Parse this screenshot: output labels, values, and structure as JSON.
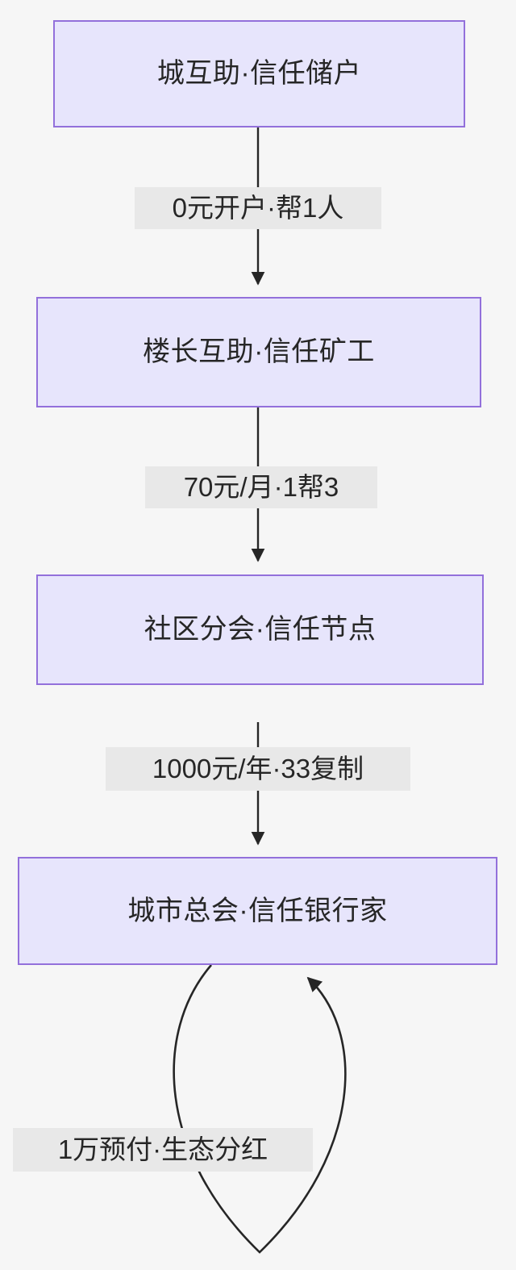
{
  "diagram": {
    "type": "flowchart",
    "direction": "top-down",
    "background_color": "#f6f6f6",
    "node_fill_color": "#e7e5fc",
    "node_border_color": "#9370db",
    "edge_color": "#262626",
    "edge_label_background": "#e8e8e8",
    "nodes": [
      {
        "id": "n1",
        "label": "城互助·信任储户"
      },
      {
        "id": "n2",
        "label": "楼长互助·信任矿工"
      },
      {
        "id": "n3",
        "label": "社区分会·信任节点"
      },
      {
        "id": "n4",
        "label": "城市总会·信任银行家"
      }
    ],
    "edges": [
      {
        "from": "n1",
        "to": "n2",
        "label": "0元开户·帮1人"
      },
      {
        "from": "n2",
        "to": "n3",
        "label": "70元/月·1帮3"
      },
      {
        "from": "n3",
        "to": "n4",
        "label": "1000元/年·33复制"
      },
      {
        "from": "n4",
        "to": "n4",
        "label": "1万预付·生态分红"
      }
    ]
  }
}
